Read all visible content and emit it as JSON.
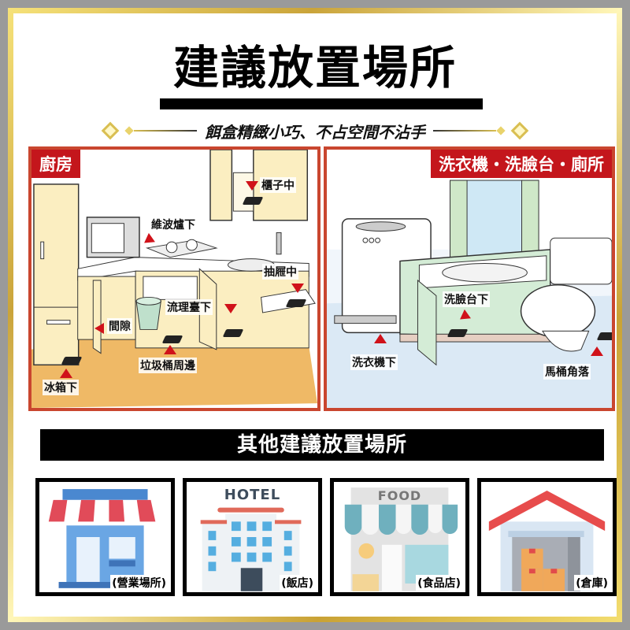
{
  "header": {
    "title": "建議放置場所",
    "subtitle": "餌盒精緻小巧、不占空間不沾手"
  },
  "panels": {
    "kitchen": {
      "tag": "廚房",
      "labels": {
        "cabinet": "櫃子中",
        "microwave": "維波爐下",
        "drawer": "抽屜中",
        "sink_cabinet": "流理臺下",
        "gap": "間隙",
        "trash": "垃圾桶周邊",
        "fridge": "冰箱下"
      }
    },
    "bathroom": {
      "tag": "洗衣機・洗臉台・廁所",
      "labels": {
        "washbasin": "洗臉台下",
        "washer": "洗衣機下",
        "toilet": "馬桶角落"
      }
    }
  },
  "others": {
    "heading": "其他建議放置場所",
    "cards": [
      {
        "label": "(營業場所)",
        "icon": "storefront-icon"
      },
      {
        "label": "(飯店)",
        "icon": "hotel-icon",
        "sign": "HOTEL"
      },
      {
        "label": "(食品店)",
        "icon": "food-store-icon",
        "sign": "FOOD"
      },
      {
        "label": "(倉庫)",
        "icon": "warehouse-icon"
      }
    ]
  },
  "colors": {
    "accent_red": "#c4161c",
    "panel_border": "#c9462f",
    "gold": "#d4af37",
    "kitchen_floor": "#efb966",
    "bath_floor": "#dbe9f5"
  }
}
